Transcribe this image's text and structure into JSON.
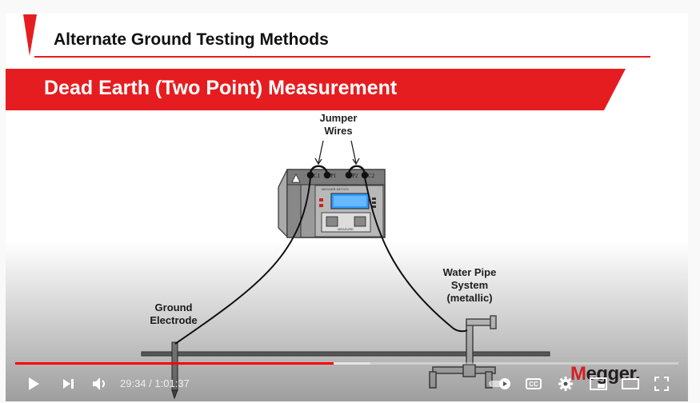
{
  "slide": {
    "title": "Alternate Ground Testing Methods",
    "banner": "Dead Earth (Two Point) Measurement",
    "labels": {
      "jumper_line1": "Jumper",
      "jumper_line2": "Wires",
      "pipe_line1": "Water Pipe",
      "pipe_line2": "System",
      "pipe_line3": "(metallic)",
      "ground_line1": "Ground",
      "ground_line2": "Electrode"
    },
    "meter": {
      "terminals": [
        "C1",
        "P1",
        "P2",
        "C2"
      ],
      "brand": "MEGGER DET4TC",
      "button_label": "MEASURE"
    },
    "logo_first": "M",
    "logo_rest": "egger."
  },
  "player": {
    "current_time": "29:34",
    "separator": "/",
    "duration": "1:01:37",
    "progress_fraction": 0.48,
    "buffered_fraction": 0.535,
    "cc_label": "CC",
    "colors": {
      "progress": "#ff0000",
      "accent": "#e51d20"
    },
    "icons": [
      "play-icon",
      "next-icon",
      "volume-icon",
      "autoplay-toggle-icon",
      "cc-icon",
      "settings-icon",
      "miniplayer-icon",
      "theater-icon",
      "fullscreen-icon"
    ]
  }
}
